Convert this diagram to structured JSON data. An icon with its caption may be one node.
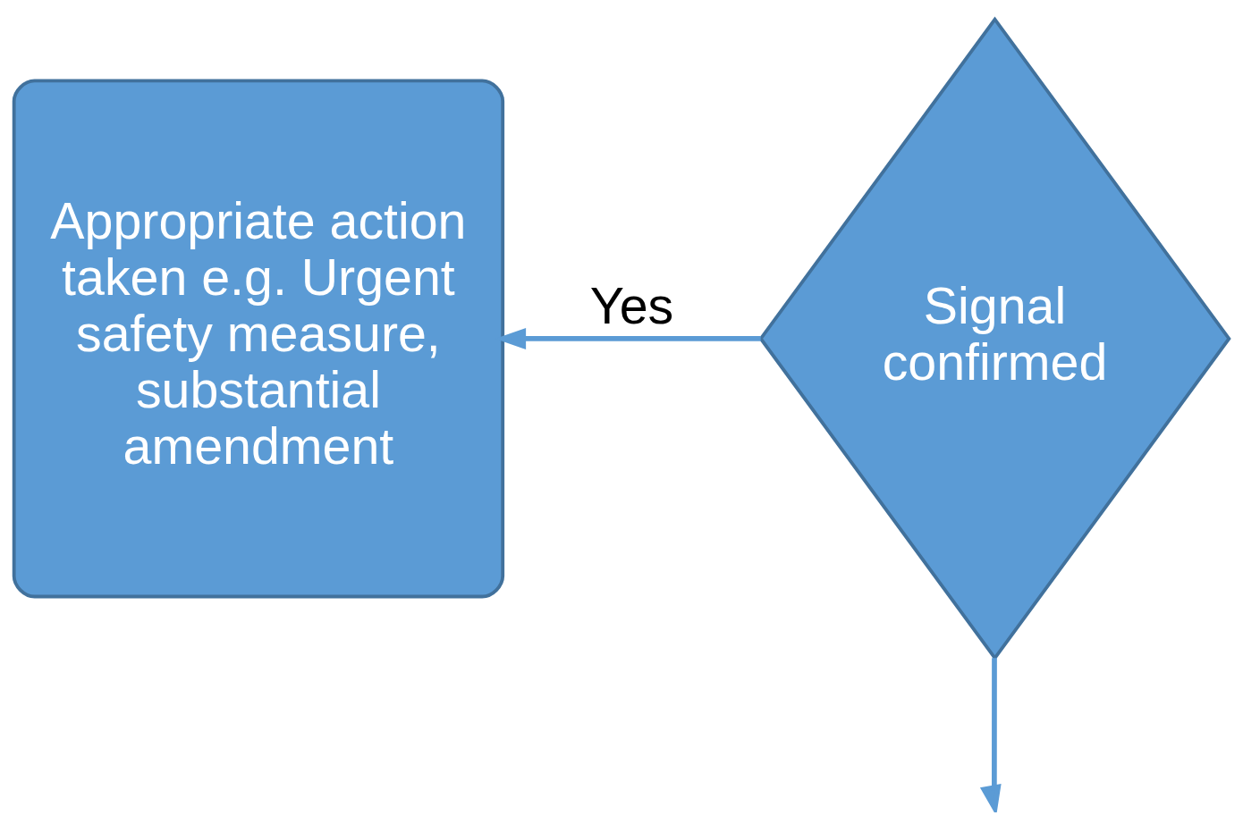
{
  "diagram": {
    "nodes": [
      {
        "text": [
          "Appropriate action taken e.g. Urgent safety measure, substantial amendment"
        ]
      },
      {
        "text": [
          "Signal confirmed"
        ]
      }
    ],
    "edges": [
      {
        "from": 1,
        "to": 0,
        "arrow": "to",
        "label": "Yes"
      },
      {
        "from": 1,
        "to": null,
        "arrow": "to"
      }
    ]
  }
}
